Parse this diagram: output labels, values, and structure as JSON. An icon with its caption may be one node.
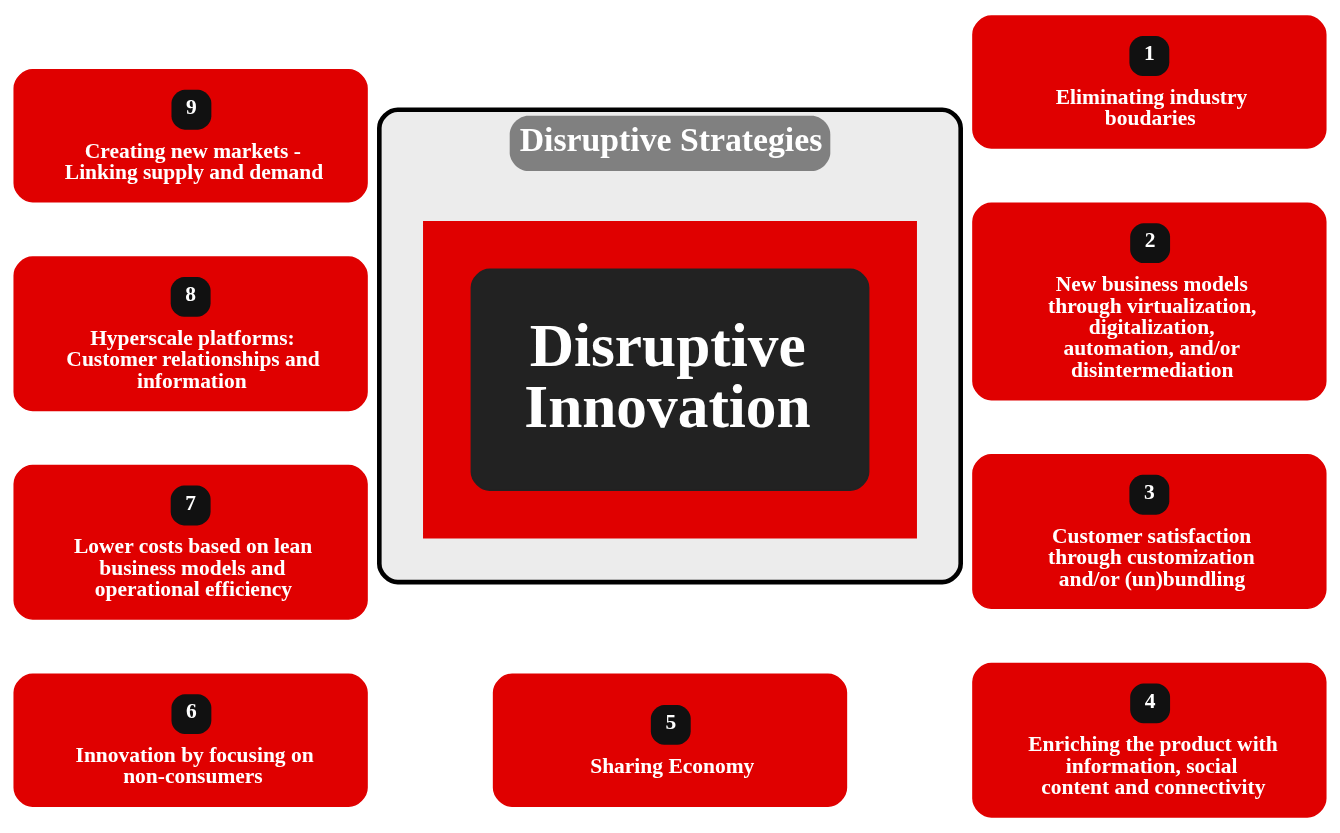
{
  "diagram": {
    "nodes": [
      {
        "text": [
          "Disruptive Strategies"
        ]
      },
      {
        "text": [],
        "shape": "box",
        "in": 0
      },
      {
        "text": [
          "Disruptive Innovation"
        ],
        "in": 1
      },
      {
        "text": [
          "1",
          "Eliminating industry boudaries"
        ]
      },
      {
        "text": [
          "2",
          "New business models through virtualization, digitalization, automation, and/or disintermediation"
        ]
      },
      {
        "text": [
          "3",
          "Customer satisfaction through customization and/or (un)bundling"
        ]
      },
      {
        "text": [
          "4",
          "Enriching the product with information, social content and connectivity"
        ]
      },
      {
        "text": [
          "5",
          "Sharing Economy"
        ]
      },
      {
        "text": [
          "6",
          "Innovation by focusing on non-consumers"
        ]
      },
      {
        "text": [
          "7",
          "Lower costs based on lean business models and operational efficiency"
        ]
      },
      {
        "text": [
          "8",
          "Hyperscale platforms: Customer relationships and information"
        ]
      },
      {
        "text": [
          "9",
          "Creating new markets - Linking supply and demand"
        ]
      }
    ],
    "edges": []
  }
}
